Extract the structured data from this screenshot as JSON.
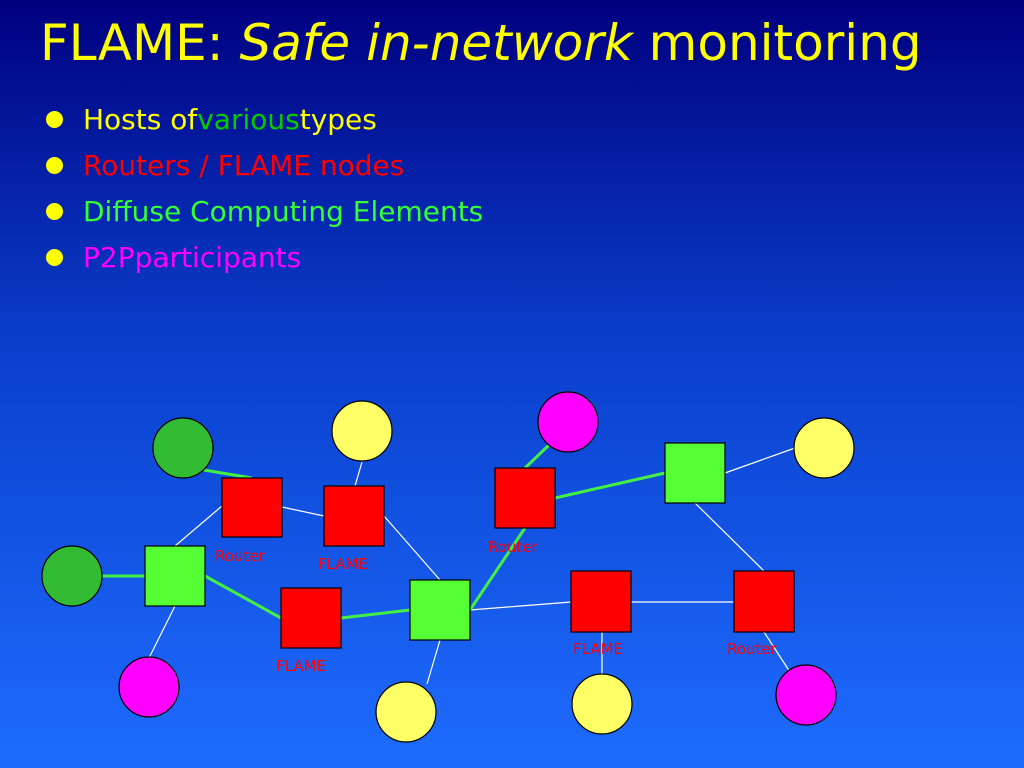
{
  "title": {
    "part1": "FLAME: ",
    "part2": "Safe ",
    "part3": "in-network",
    "part4": " monitoring"
  },
  "bullets": [
    {
      "segments": [
        {
          "text": "Hosts of ",
          "color": "#ffff00"
        },
        {
          "text": "various",
          "color": "#00cc00"
        },
        {
          "text": " types",
          "color": "#ffff00"
        }
      ]
    },
    {
      "segments": [
        {
          "text": "Routers / FLAME nodes",
          "color": "#ff0000"
        }
      ]
    },
    {
      "segments": [
        {
          "text": "Diffuse Computing Elements",
          "color": "#33ff33"
        }
      ]
    },
    {
      "segments": [
        {
          "text": "P2P ",
          "color": "#ff00ff"
        },
        {
          "text": "participants",
          "color": "#ff00ff"
        }
      ]
    }
  ],
  "colors": {
    "host_green": "#33bb33",
    "host_yellow": "#ffff66",
    "host_magenta": "#ff00ff",
    "router_red": "#ff0000",
    "dce_green": "#55ff33",
    "link_white": "#ffffff",
    "link_green": "#44ff44"
  },
  "network": {
    "labels": [
      "Router",
      "FLAME",
      "Router",
      "FLAME",
      "FLAME",
      "Router"
    ]
  }
}
